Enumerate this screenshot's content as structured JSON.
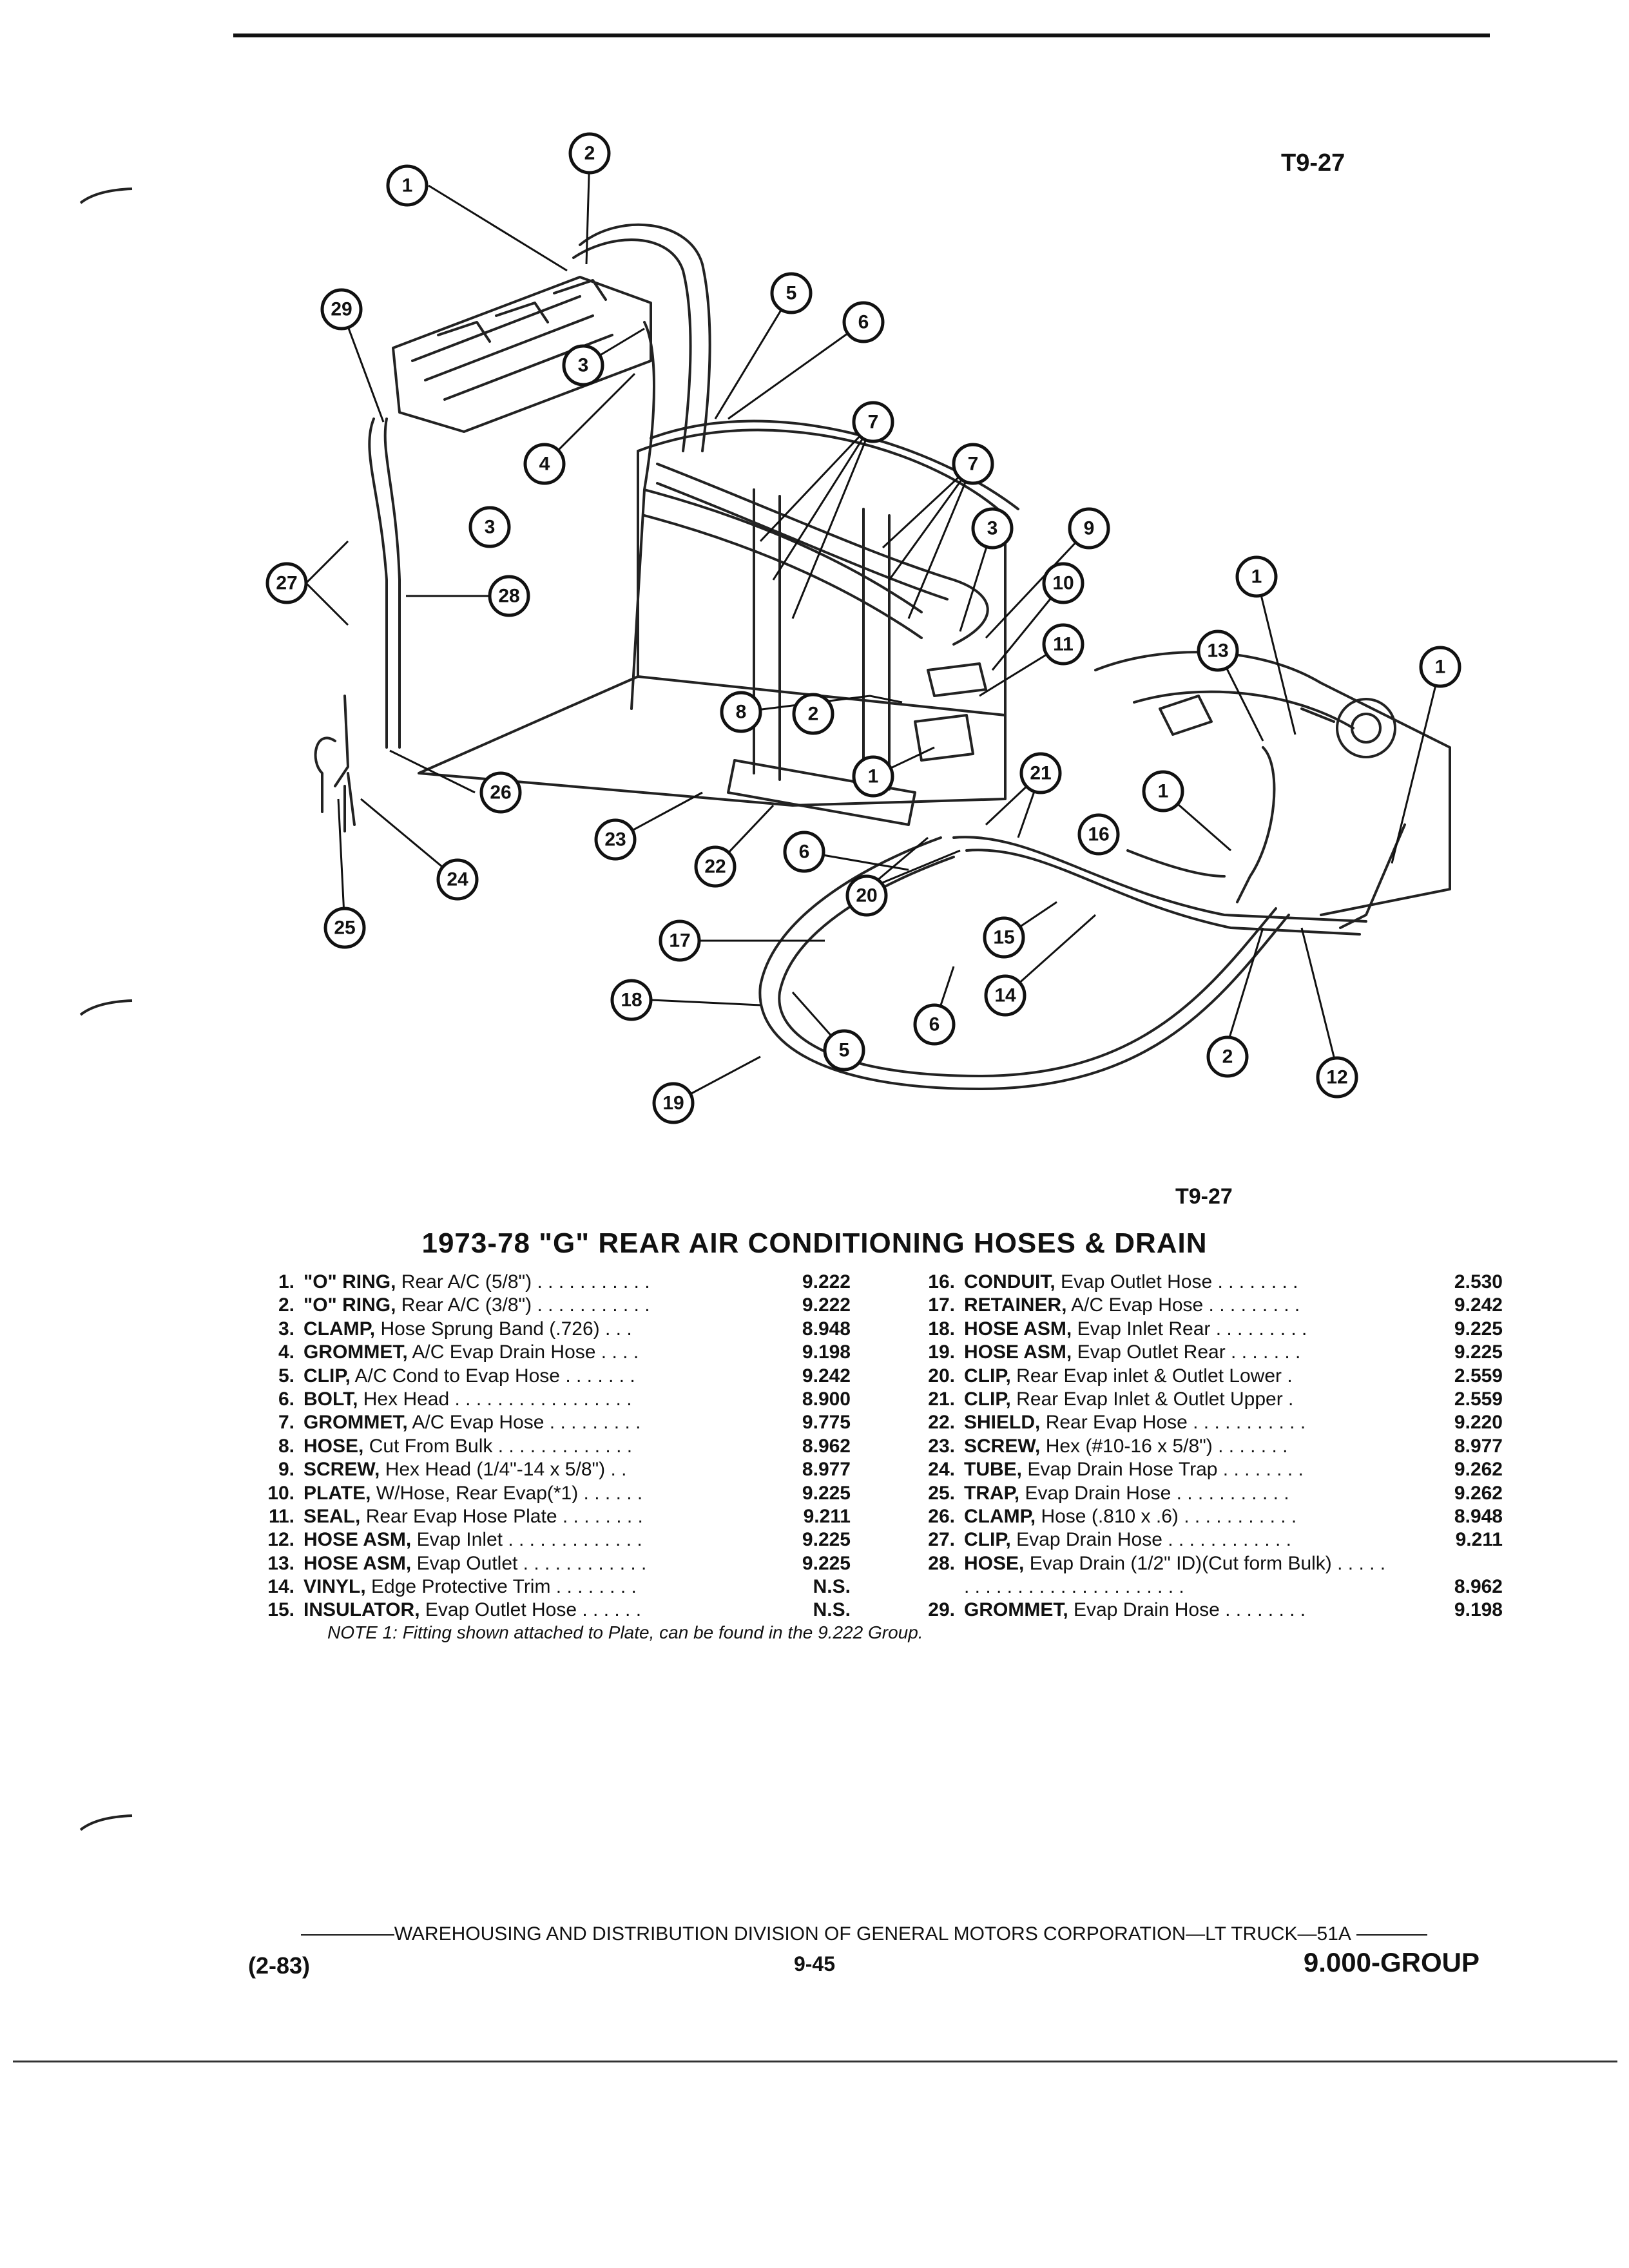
{
  "figure_code_top": "T9-27",
  "figure_code_bottom": "T9-27",
  "title": "1973-78 \"G\" REAR AIR CONDITIONING HOSES & DRAIN",
  "callout_labels": [
    "1",
    "2",
    "29",
    "3",
    "4",
    "5",
    "6",
    "7",
    "3",
    "27",
    "28",
    "7",
    "3",
    "9",
    "10",
    "11",
    "1",
    "13",
    "1",
    "8",
    "2",
    "1",
    "21",
    "1",
    "23",
    "22",
    "6",
    "16",
    "20",
    "26",
    "24",
    "25",
    "17",
    "15",
    "14",
    "18",
    "5",
    "6",
    "19",
    "2",
    "12"
  ],
  "parts_left": [
    {
      "num": "1.",
      "name": "\"O\" RING,",
      "desc": " Rear A/C (5/8\") . . . . . . . . . . .",
      "group": "9.222"
    },
    {
      "num": "2.",
      "name": "\"O\" RING,",
      "desc": " Rear A/C (3/8\") . . . . . . . . . . .",
      "group": "9.222"
    },
    {
      "num": "3.",
      "name": "CLAMP,",
      "desc": " Hose Sprung Band (.726) . . .",
      "group": "8.948"
    },
    {
      "num": "4.",
      "name": "GROMMET,",
      "desc": " A/C Evap Drain Hose . . . .",
      "group": "9.198"
    },
    {
      "num": "5.",
      "name": "CLIP,",
      "desc": " A/C Cond to Evap Hose . . . . . . .",
      "group": "9.242"
    },
    {
      "num": "6.",
      "name": "BOLT,",
      "desc": " Hex Head . . . . . . . . . . . . . . . . .",
      "group": "8.900"
    },
    {
      "num": "7.",
      "name": "GROMMET,",
      "desc": " A/C Evap Hose . . . . . . . . .",
      "group": "9.775"
    },
    {
      "num": "8.",
      "name": "HOSE,",
      "desc": " Cut From Bulk . . . . . . . . . . . . .",
      "group": "8.962"
    },
    {
      "num": "9.",
      "name": "SCREW,",
      "desc": " Hex Head (1/4\"-14 x 5/8\") . .",
      "group": "8.977"
    },
    {
      "num": "10.",
      "name": "PLATE,",
      "desc": " W/Hose, Rear Evap(*1) . . . . . .",
      "group": "9.225"
    },
    {
      "num": "11.",
      "name": "SEAL,",
      "desc": " Rear Evap Hose Plate . . . . . . . .",
      "group": "9.211"
    },
    {
      "num": "12.",
      "name": "HOSE ASM,",
      "desc": " Evap Inlet . . . . . . . . . . . . .",
      "group": "9.225"
    },
    {
      "num": "13.",
      "name": "HOSE ASM,",
      "desc": " Evap Outlet . . . . . . . . . . . .",
      "group": "9.225"
    },
    {
      "num": "14.",
      "name": "VINYL,",
      "desc": " Edge Protective Trim . . . . . . . .",
      "group": "N.S."
    },
    {
      "num": "15.",
      "name": "INSULATOR,",
      "desc": " Evap Outlet Hose . . . . . .",
      "group": "N.S."
    }
  ],
  "parts_right": [
    {
      "num": "16.",
      "name": "CONDUIT,",
      "desc": " Evap Outlet Hose . . . . . . . .",
      "group": "2.530"
    },
    {
      "num": "17.",
      "name": "RETAINER,",
      "desc": " A/C Evap Hose . . . . . . . . .",
      "group": "9.242"
    },
    {
      "num": "18.",
      "name": "HOSE ASM,",
      "desc": " Evap Inlet Rear . . . . . . . . .",
      "group": "9.225"
    },
    {
      "num": "19.",
      "name": "HOSE ASM,",
      "desc": " Evap Outlet Rear . . . . . . .",
      "group": "9.225"
    },
    {
      "num": "20.",
      "name": "CLIP,",
      "desc": " Rear Evap inlet & Outlet Lower .",
      "group": "2.559"
    },
    {
      "num": "21.",
      "name": "CLIP,",
      "desc": " Rear Evap Inlet & Outlet Upper .",
      "group": "2.559"
    },
    {
      "num": "22.",
      "name": "SHIELD,",
      "desc": " Rear Evap Hose . . . . . . . . . . .",
      "group": "9.220"
    },
    {
      "num": "23.",
      "name": "SCREW,",
      "desc": " Hex (#10-16 x 5/8\") . . . . . . .",
      "group": "8.977"
    },
    {
      "num": "24.",
      "name": "TUBE,",
      "desc": " Evap Drain Hose Trap . . . . . . . .",
      "group": "9.262"
    },
    {
      "num": "25.",
      "name": "TRAP,",
      "desc": " Evap Drain Hose . . . . . . . . . . .",
      "group": "9.262"
    },
    {
      "num": "26.",
      "name": "CLAMP,",
      "desc": " Hose (.810 x .6) . . . . . . . . . . .",
      "group": "8.948"
    },
    {
      "num": "27.",
      "name": "CLIP,",
      "desc": " Evap Drain Hose . . . . . . . . . . . .",
      "group": "9.211"
    },
    {
      "num": "28.",
      "name": "HOSE,",
      "desc": " Evap Drain (1/2\" ID)(Cut form Bulk) . . . . . . . . . . . . . . . . . . . . . . . . . .",
      "group": "8.962",
      "tall": true
    },
    {
      "num": "29.",
      "name": "GROMMET,",
      "desc": " Evap Drain Hose . . . . . . . .",
      "group": "9.198"
    }
  ],
  "note": "NOTE 1: Fitting shown attached to Plate, can be found in the 9.222 Group.",
  "footer": {
    "division": "WAREHOUSING AND DISTRIBUTION  DIVISION OF GENERAL MOTORS CORPORATION—LT TRUCK—51A",
    "page_code": "(2-83)",
    "page_number": "9-45",
    "group": "9.000-GROUP"
  }
}
